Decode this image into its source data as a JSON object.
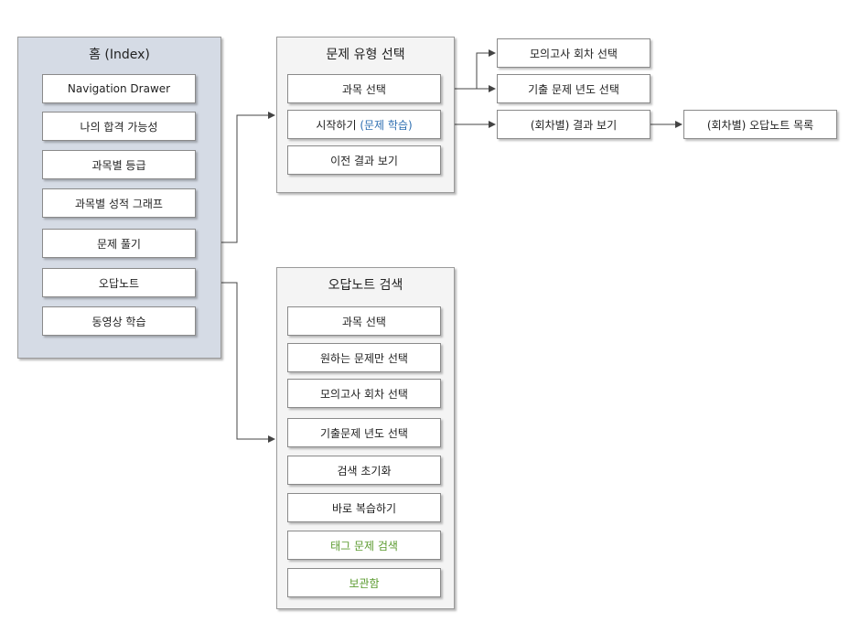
{
  "home": {
    "title": "홈 (Index)",
    "items": [
      "Navigation Drawer",
      "나의 합격 가능성",
      "과목별 등급",
      "과목별 성적 그래프",
      "문제 풀기",
      "오답노트",
      "동영상 학습"
    ]
  },
  "problem_type": {
    "title": "문제 유형 선택",
    "subject_select": "과목 선택",
    "start_prefix": "시작하기 ",
    "start_highlight": "(문제 학습)",
    "previous_results": "이전 결과 보기"
  },
  "flow": {
    "mock_round_select": "모의고사 회차 선택",
    "past_year_select": "기출 문제 년도 선택",
    "round_result": "(회차별) 결과 보기",
    "round_wrong_list": "(회차별) 오답노트 목록"
  },
  "wrong_search": {
    "title": "오답노트 검색",
    "items": [
      "과목 선택",
      "원하는 문제만 선택",
      "모의고사 회차 선택",
      "기출문제 년도 선택",
      "검색 초기화",
      "바로 복습하기"
    ],
    "tag_search": "태그 문제 검색",
    "storage": "보관함"
  },
  "colors": {
    "home_bg": "#d5dbe5",
    "group_bg": "#f4f4f4",
    "highlight_blue": "#2f6fb1",
    "highlight_green": "#5a9a2e"
  }
}
